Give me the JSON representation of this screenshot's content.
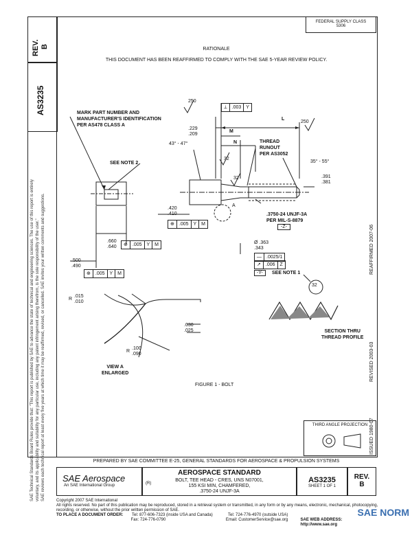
{
  "header": {
    "federal_supply_class": "FEDERAL SUPPLY CLASS",
    "fsc_number": "5306",
    "rev_label": "REV.",
    "rev_value": "B",
    "doc_number": "AS3235"
  },
  "rationale": {
    "title": "RATIONALE",
    "text": "THIS DOCUMENT HAS BEEN REAFFIRMED TO COMPLY WITH THE SAE 5-YEAR REVIEW POLICY."
  },
  "drawing": {
    "mark_note": [
      "MARK PART NUMBER AND",
      "MANUFACTURER'S IDENTIFICATION",
      "PER AS478 CLASS A"
    ],
    "see_note_2": "SEE NOTE 2",
    "see_note_1": "SEE NOTE 1",
    "thread_runout": [
      "THREAD",
      "RUNOUT",
      "PER AS3052"
    ],
    "thread_spec": [
      ".3750-24 UNJF-3A",
      "PER MIL-S-8879"
    ],
    "datum_z": "-Z-",
    "datum_y": "-Y-",
    "dim_250_a": "250",
    "dim_250_b": "250",
    "fcf_003": ".003",
    "fcf_y": "Y",
    "dim_229": ".229",
    "dim_209": ".209",
    "dim_m": "M",
    "dim_n": "N",
    "dim_l": "L",
    "angle_43": "43° - 47°",
    "angle_35": "35° - 55°",
    "finish_32_a": "32",
    "finish_32_b": "32",
    "finish_32_c": "32",
    "dim_391": ".391",
    "dim_381": ".381",
    "dim_420": ".420",
    "dim_410": ".410",
    "fcf_005": ".005",
    "dim_660": ".660",
    "dim_640": ".640",
    "dim_500": ".500",
    "dim_490": ".490",
    "dim_363": "Ø .363",
    "dim_343": ".343",
    "fcf_0025": ".0025/1",
    "fcf_006": ".006",
    "fcf_z": "Z",
    "letter_a": "A",
    "r_015": ".015",
    "r_010": ".010",
    "r_label": "R",
    "dim_030": ".030",
    "dim_025": ".025",
    "r_100": ".100",
    "r_090": ".090",
    "view_a": [
      "VIEW A",
      "ENLARGED"
    ],
    "section_thru": [
      "SECTION THRU",
      "THREAD PROFILE"
    ],
    "figure_caption": "FIGURE 1 - BOLT",
    "mmc": "M"
  },
  "side_dates": {
    "issued": "ISSUED 1980-07",
    "revised": "REVISED 2003-03",
    "reaffirmed": "REAFFIRMED 2007-06"
  },
  "side_legal": [
    "SAE Technical Standards Board Rules provide that: \"This report is published by SAE to advance the state of technical and engineering sciences. The use of this report is entirely",
    "voluntary, and its applicability and suitability for any particular use, including any patent infringement arising therefrom, is the sole responsibility of the user.\"",
    "SAE reviews each technical report at least every five years at which time it may be reaffirmed, revised, or cancelled. SAE invites your written comments and suggestions."
  ],
  "third_angle": "THIRD ANGLE PROJECTION",
  "prepared_by": "PREPARED BY SAE COMMITTEE E-25, GENERAL STANDARDS FOR AEROSPACE & PROPULSION SYSTEMS",
  "title_block": {
    "logo_text": "SAE Aerospace",
    "logo_sub": "An SAE International Group",
    "standard": "AEROSPACE STANDARD",
    "r_mark": "(R)",
    "desc": [
      "BOLT, TEE HEAD - CRES, UNS N07001,",
      "155 KSI MIN, CHAMFERED,",
      ".3750-24 UNJF-3A"
    ],
    "number": "AS3235",
    "sheet": "SHEET 1 OF 1",
    "rev_label": "REV.",
    "rev_value": "B"
  },
  "footer": {
    "copyright": "Copyright 2007 SAE International",
    "rights": "All rights reserved. No part of this publication may be reproduced, stored in a retrieval system or transmitted, in any form or by any means, electronic, mechanical, photocopying,",
    "rights2": "recording, or otherwise, without the prior written permission of SAE.",
    "order": "TO PLACE A DOCUMENT ORDER:",
    "tel": "Tel: 877-606-7323 (inside USA and Canada)",
    "tel2": "Tel: 724-776-4970 (outside USA)",
    "fax": "Fax: 724-776-0790",
    "email": "Email: CustomerService@sae.org",
    "web": "SAE WEB ADDRESS: http://www.sae.org"
  },
  "watermark": "SAE NORM"
}
